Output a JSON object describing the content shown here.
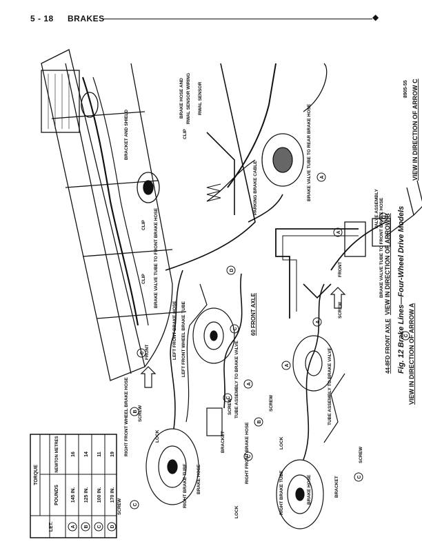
{
  "header": {
    "page_number": "5 - 18",
    "section": "BRAKES"
  },
  "figure": {
    "caption": "Fig. 12 Brake Lines—Four-Wheel Drive Models",
    "figure_code": "8905-55",
    "torque_table": {
      "title": "TORQUE",
      "col_let": "LET.",
      "col_pounds": "POUNDS",
      "col_newton": "NEWTON METRES",
      "rows": [
        {
          "let": "A",
          "pounds": "145 IN.",
          "newton": "16"
        },
        {
          "let": "B",
          "pounds": "125 IN.",
          "newton": "14"
        },
        {
          "let": "C",
          "pounds": "100 IN.",
          "newton": "11"
        },
        {
          "let": "D",
          "pounds": "170 IN.",
          "newton": "19"
        }
      ]
    },
    "views": {
      "arrow_a": "VIEW IN DIRECTION OF ARROW A",
      "arrow_b": "VIEW IN DIRECTION OF ARROW B",
      "arrow_c": "VIEW IN DIRECTION OF ARROW C",
      "axle_60": "60 FRONT AXLE",
      "axle_44": "44-8FD FRONT AXLE"
    },
    "labels": {
      "bracket_and_shield": "BRACKET AND SHIELD",
      "clip": "CLIP",
      "brake_hose_rwal_line1": "BRAKE HOSE AND",
      "brake_hose_rwal_line2": "RWAL SENSOR WIRING",
      "rwal_sensor": "RWAL SENSOR",
      "parking_brake_cable": "PARKING BRAKE CABLE",
      "brake_valve_tube_rear": "BRAKE VALVE TUBE TO REAR BRAKE HOSE",
      "brake_valve_tube_front": "BRAKE VALVE TUBE TO FRONT BRAKE HOSE",
      "valve_assembly": "VALVE ASSEMBLY",
      "front": "FRONT",
      "screw": "SCREW",
      "left_front_brake_hose": "LEFT FRONT BRAKE HOSE",
      "left_front_wheel_brake_tube": "LEFT FRONT WHEEL BRAKE TUBE",
      "tube_assembly_to_brake_valve": "TUBE ASSEMBLY TO BRAKE VALVE",
      "lock": "LOCK",
      "bracket": "BRACKET",
      "right_front_wheel_brake_hose": "RIGHT FRONT WHEEL BRAKE HOSE",
      "right_front_brake_hose": "RIGHT FRONT BRAKE HOSE",
      "right_brake_tube": "RIGHT BRAKE TUBE",
      "brake_hose": "BRAKE HOSE"
    }
  }
}
